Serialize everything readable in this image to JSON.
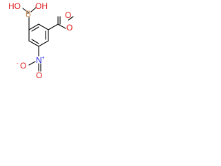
{
  "molecule": {
    "atoms": {
      "boron": "B",
      "oh_left": "HO",
      "oh_right": "OH",
      "ester_o_dbl": "O",
      "ester_o_single": "O",
      "nitro_n": "N",
      "nitro_n_charge": "+",
      "nitro_o_left": "O",
      "nitro_o_left_charge": "-",
      "nitro_o_top": "O"
    }
  },
  "colors": {
    "bond": "#000000",
    "atom_label": "#000000",
    "oxygen": "#e02020",
    "nitrogen": "#2020e0",
    "boron": "#c08a5a",
    "background": "#ffffff"
  }
}
